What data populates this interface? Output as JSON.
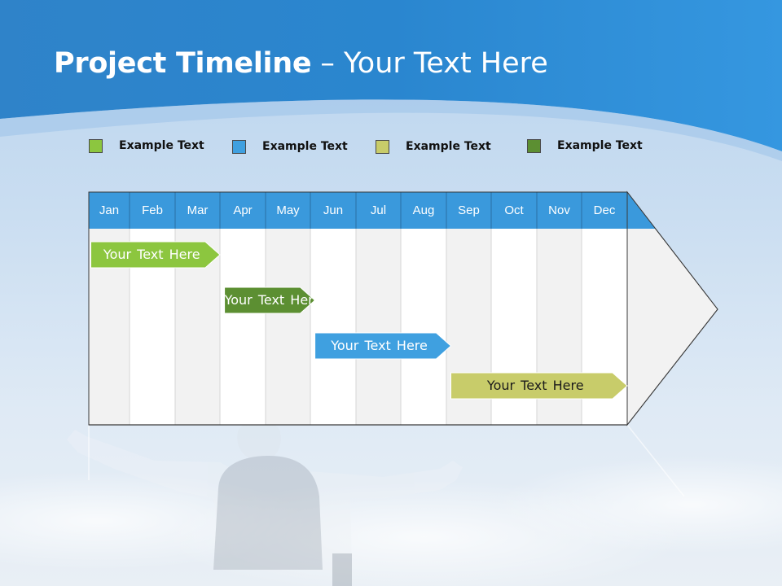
{
  "title": {
    "bold": "Project Timeline",
    "rest": " – Your Text Here"
  },
  "colors": {
    "green": "#8cc63f",
    "blue": "#3fa0e0",
    "olive": "#c8cc6a",
    "dark_green": "#5c8f32",
    "header_blue": "#3a99dc",
    "column_light": "#f2f2f2",
    "column_white": "#ffffff"
  },
  "legend": [
    {
      "label": "Example Text",
      "color": "#8cc63f"
    },
    {
      "label": "Example Text",
      "color": "#3fa0e0"
    },
    {
      "label": "Example Text",
      "color": "#c8cc6a"
    },
    {
      "label": "Example Text",
      "color": "#5c8f32"
    }
  ],
  "months": [
    "Jan",
    "Feb",
    "Mar",
    "Apr",
    "May",
    "Jun",
    "Jul",
    "Aug",
    "Sep",
    "Oct",
    "Nov",
    "Dec"
  ],
  "tasks": [
    {
      "label": "Your  Text Here",
      "start_month": 1.05,
      "end_month": 4.0,
      "color": "#8cc63f"
    },
    {
      "label": "Your  Text Here",
      "start_month": 4.1,
      "end_month": 6.1,
      "color": "#5c8f32"
    },
    {
      "label": "Your  Text Here",
      "start_month": 6.1,
      "end_month": 9.1,
      "color": "#3fa0e0"
    },
    {
      "label": "Your  Text Here",
      "start_month": 9.1,
      "end_month": 13.0,
      "color": "#c8cc6a"
    }
  ]
}
